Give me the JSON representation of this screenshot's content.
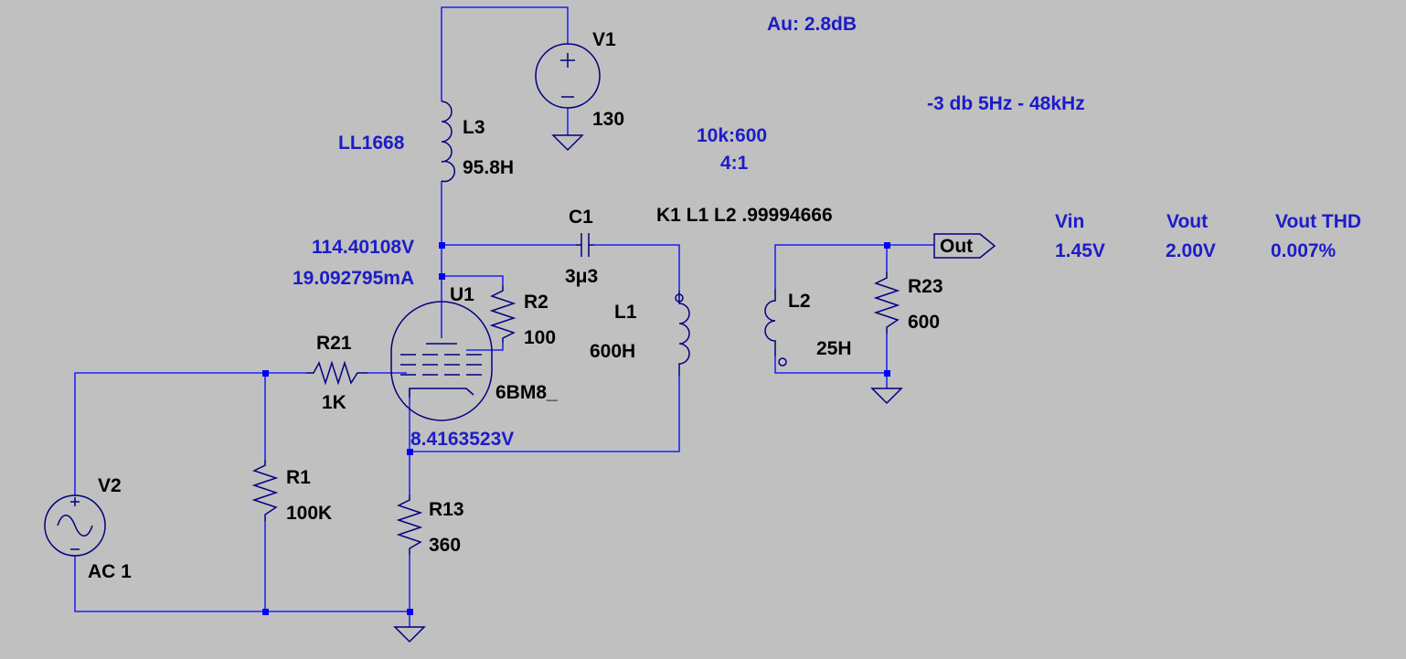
{
  "colors": {
    "background": "#c0c0c0",
    "wire": "#0000ff",
    "symbol": "#000080",
    "text": "#000000",
    "annotation": "#1c1cc8",
    "junction": "#0000ff"
  },
  "components": {
    "V1": {
      "name": "V1",
      "value": "130"
    },
    "V2": {
      "name": "V2",
      "value": "AC 1"
    },
    "L3": {
      "name": "L3",
      "value": "95.8H",
      "model": "LL1668"
    },
    "C1": {
      "name": "C1",
      "value": "3μ3"
    },
    "U1": {
      "name": "U1",
      "value": "6BM8_"
    },
    "R2": {
      "name": "R2",
      "value": "100"
    },
    "R21": {
      "name": "R21",
      "value": "1K"
    },
    "R1": {
      "name": "R1",
      "value": "100K"
    },
    "R13": {
      "name": "R13",
      "value": "360"
    },
    "L1": {
      "name": "L1",
      "value": "600H"
    },
    "L2": {
      "name": "L2",
      "value": "25H"
    },
    "R23": {
      "name": "R23",
      "value": "600"
    }
  },
  "coupling": "K1 L1 L2 .99994666",
  "port": {
    "label": "Out"
  },
  "operating_point": {
    "plate_voltage": "114.40108V",
    "plate_current": "19.092795mA",
    "cathode_voltage": "8.4163523V"
  },
  "notes": {
    "gain": "Au: 2.8dB",
    "bandwidth": "-3 db 5Hz - 48kHz",
    "ratio_impedance": "10k:600",
    "ratio": "4:1"
  },
  "measurements": {
    "headers": [
      "Vin",
      "Vout",
      "Vout THD"
    ],
    "values": [
      "1.45V",
      "2.00V",
      "0.007%"
    ]
  }
}
